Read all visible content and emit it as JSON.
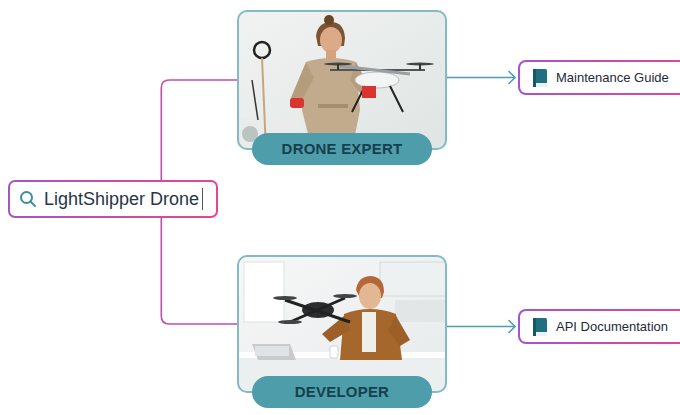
{
  "diagram": {
    "nodes": [
      {
        "text": [
          "LightShipper Drone"
        ]
      },
      {
        "text": [
          "DRONE EXPERT"
        ]
      },
      {
        "text": [
          "Maintenance Guide"
        ]
      },
      {
        "text": [
          "DEVELOPER"
        ]
      },
      {
        "text": [
          "API Documentation"
        ]
      }
    ],
    "edges": [
      {
        "from": 0,
        "to": 1,
        "arrow": "none"
      },
      {
        "from": 0,
        "to": 3,
        "arrow": "none"
      },
      {
        "from": 1,
        "to": 2,
        "arrow": "to"
      },
      {
        "from": 3,
        "to": 4,
        "arrow": "to"
      }
    ]
  }
}
